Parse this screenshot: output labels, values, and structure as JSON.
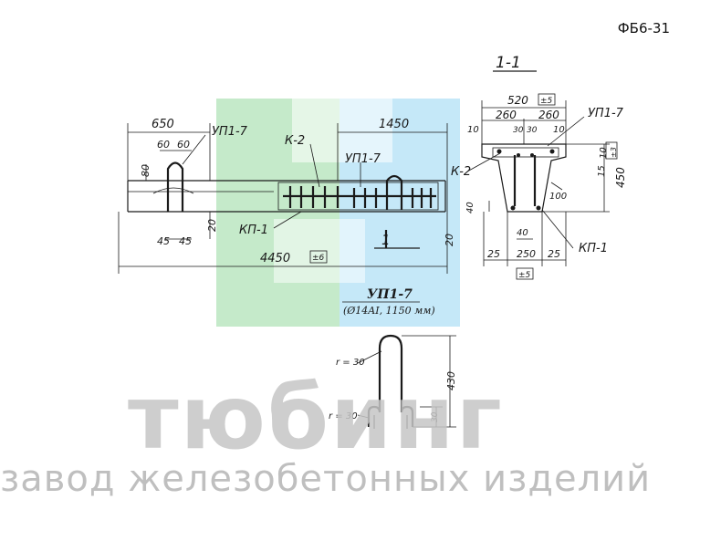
{
  "sheet_code": "ФБ6-31",
  "section_title": "1-1",
  "section_marker": "1",
  "elevation": {
    "dims": {
      "left_span": "650",
      "right_span": "1450",
      "loop_a": "60",
      "loop_b": "60",
      "height_80": "80",
      "height_20_left": "20",
      "height_20_right": "20",
      "foot_a": "45",
      "foot_b": "45",
      "total_length": "4450",
      "total_tol": "±6"
    },
    "labels": {
      "up1": "УП1-7",
      "k2": "К-2",
      "up2": "УП1-7",
      "kp1": "КП-1"
    }
  },
  "section": {
    "dims": {
      "top_width": "520",
      "top_tol": "±5",
      "top_left": "260",
      "top_right": "260",
      "mid_a": "30",
      "mid_b": "30",
      "left_10": "10",
      "right_10": "10",
      "right_15": "15",
      "right_100": "100",
      "right_10b": "10",
      "height": "450",
      "height_tol": "±3",
      "left_40": "40",
      "bottom_40": "40",
      "bottom_left": "25",
      "bottom_mid": "250",
      "bottom_right": "25",
      "bottom_tol": "±5"
    },
    "labels": {
      "up": "УП1-7",
      "k2": "К-2",
      "kp1": "КП-1"
    }
  },
  "bar_detail": {
    "title": "УП1-7",
    "spec": "(Ø14AI, 1150 мм)",
    "radius_top": "r = 30",
    "radius_bottom": "r = 30",
    "height": "430",
    "hook": "30"
  },
  "watermark": {
    "brand": "тюбинг",
    "tagline": "завод железобетонных изделий",
    "green": "#bfe8c4",
    "blue": "#bfe6f7"
  }
}
